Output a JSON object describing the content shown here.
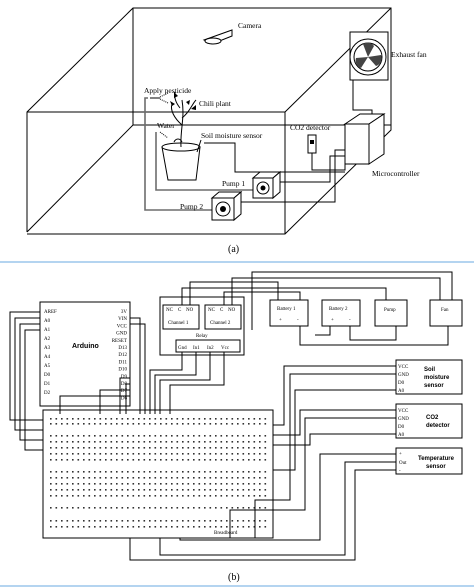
{
  "figure_a": {
    "caption": "(a)",
    "labels": {
      "camera": "Camera",
      "exhaust_fan": "Exhaust fan",
      "apply_pesticide": "Apply pesticide",
      "chili_plant": "Chili plant",
      "water": "Water",
      "soil_moisture_sensor": "Soil moisture sensor",
      "co2_detector": "CO2 detector",
      "microcontroller": "Microcontroller",
      "pump1": "Pump 1",
      "pump2": "Pump 2"
    }
  },
  "figure_b": {
    "caption": "(b)",
    "arduino": {
      "title": "Arduino",
      "left_pins": [
        "AREF",
        "A0",
        "A1",
        "A2",
        "A3",
        "A4",
        "A5",
        "D0",
        "D1",
        "D2"
      ],
      "right_pins": [
        "3V",
        "VIN",
        "VCC",
        "GND",
        "RESET",
        "D13",
        "D12",
        "D11",
        "D10",
        "D9",
        "D8",
        "D7",
        "D6"
      ]
    },
    "relay": {
      "title": "Relay",
      "ch1_pins": [
        "NC",
        "C",
        "NO"
      ],
      "ch2_pins": [
        "NC",
        "C",
        "NO"
      ],
      "channel1": "Channel 1",
      "channel2": "Channel 2",
      "bottom_pins": [
        "Gnd",
        "In1",
        "In2",
        "Vcc"
      ]
    },
    "battery1": {
      "label": "Battery 1",
      "plus": "+",
      "minus": "-"
    },
    "battery2": {
      "label": "Battery 2",
      "plus": "+",
      "minus": "-"
    },
    "pump": {
      "label": "Pump"
    },
    "fan": {
      "label": "Fan"
    },
    "soil_sensor": {
      "pins": [
        "VCC",
        "GND",
        "D0",
        "A0"
      ],
      "name": "Soil moisture sensor",
      "name_lines": [
        "Soil",
        "moisture",
        "sensor"
      ]
    },
    "co2_sensor": {
      "pins": [
        "VCC",
        "GND",
        "D0",
        "A0"
      ],
      "name": "CO2 detector",
      "name_lines": [
        "CO2",
        "detector"
      ]
    },
    "temp_sensor": {
      "pins": [
        "+",
        "Out",
        "-"
      ],
      "name": "Temperature sensor",
      "name_lines": [
        "Temperature",
        "sensor"
      ]
    },
    "breadboard": {
      "label": "Breadboard"
    }
  }
}
